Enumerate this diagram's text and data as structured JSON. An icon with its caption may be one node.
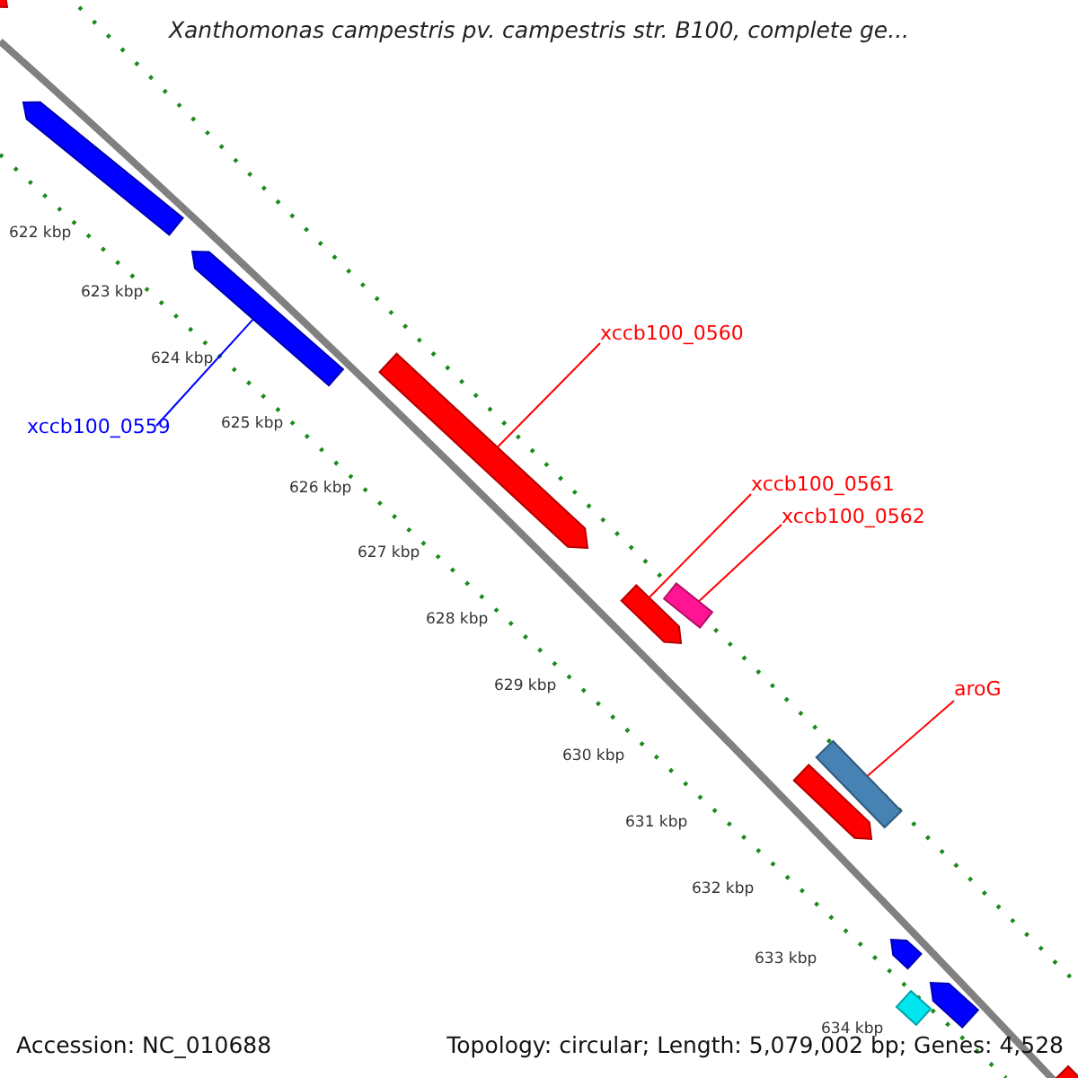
{
  "diagram": {
    "title": "Xanthomonas campestris pv. campestris str. B100, complete ge...",
    "nodes": [
      {
        "text": [],
        "shape": "bar"
      },
      {
        "text": [],
        "shape": "bar"
      },
      {
        "text": [],
        "shape": "bar"
      },
      {
        "text": [
          "xccb100_0559"
        ]
      },
      {
        "text": [],
        "shape": "bar"
      },
      {
        "text": [
          "xccb100_0560"
        ]
      },
      {
        "text": [],
        "shape": "bar"
      },
      {
        "text": [],
        "shape": "bar"
      },
      {
        "text": [
          "xccb100_0561"
        ]
      },
      {
        "text": [
          "xccb100_0562"
        ]
      },
      {
        "text": [],
        "shape": "bar"
      },
      {
        "text": [],
        "shape": "bar"
      },
      {
        "text": [
          "aroG"
        ]
      },
      {
        "text": [],
        "shape": "bar"
      },
      {
        "text": [],
        "shape": "bar"
      },
      {
        "text": [],
        "shape": "bar"
      },
      {
        "text": [],
        "shape": "bar"
      }
    ],
    "edges": [
      {
        "from": 3,
        "to": 2,
        "arrow": "none",
        "color": "#0000ff"
      },
      {
        "from": 5,
        "to": 4,
        "arrow": "none"
      },
      {
        "from": 8,
        "to": 6,
        "arrow": "none"
      },
      {
        "from": 9,
        "to": 7,
        "arrow": "none"
      },
      {
        "from": 12,
        "to": 10,
        "arrow": "none"
      }
    ],
    "labels": [
      "622 kbp",
      "623 kbp",
      "624 kbp",
      "625 kbp",
      "626 kbp",
      "627 kbp",
      "628 kbp",
      "629 kbp",
      "630 kbp",
      "631 kbp",
      "632 kbp",
      "633 kbp",
      "634 kbp",
      "Accession: NC_010688",
      "Topology: circular; Length: 5,079,002 bp; Genes: 4,528"
    ]
  }
}
